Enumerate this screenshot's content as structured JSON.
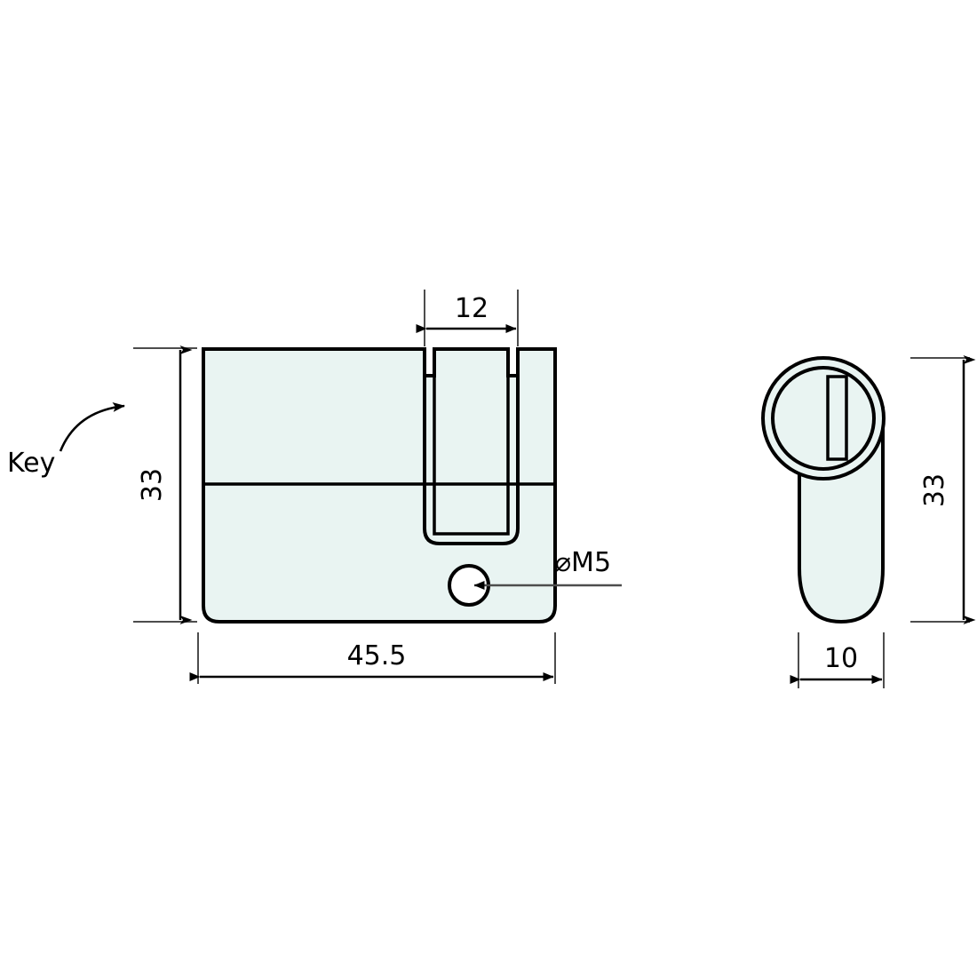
{
  "drawing": {
    "type": "mechanical-technical-drawing",
    "subject": "half euro profile lock cylinder",
    "units": "mm",
    "background_color": "#ffffff",
    "line_color": "#000000",
    "thin_line_color": "#4d4d4d",
    "fill_color": "#e9f4f2",
    "views": {
      "front": {
        "name": "front-elevation-view",
        "annotations": {
          "key_label": "Key",
          "thread_callout": "⌀M5"
        },
        "dimensions": {
          "slot_width": "12",
          "body_height": "33",
          "body_length": "45.5"
        }
      },
      "side": {
        "name": "side-profile-view",
        "dimensions": {
          "profile_height": "33",
          "profile_width": "10"
        }
      }
    }
  },
  "dimensions_list": [
    {
      "id": "dim-12",
      "value": "12",
      "orientation": "horizontal",
      "view": "front"
    },
    {
      "id": "dim-33-l",
      "value": "33",
      "orientation": "vertical",
      "view": "front"
    },
    {
      "id": "dim-45-5",
      "value": "45.5",
      "orientation": "horizontal",
      "view": "front"
    },
    {
      "id": "dim-33-r",
      "value": "33",
      "orientation": "vertical",
      "view": "side"
    },
    {
      "id": "dim-10",
      "value": "10",
      "orientation": "horizontal",
      "view": "side"
    }
  ],
  "callouts": [
    {
      "id": "key-callout",
      "text": "Key",
      "leader": "curved-arrow"
    },
    {
      "id": "thread-callout",
      "text": "⌀M5",
      "leader": "straight-arrow"
    }
  ],
  "colors": {
    "body_fill": "#e9f4f2",
    "outline": "#000000",
    "dimension_line": "#4d4d4d"
  }
}
